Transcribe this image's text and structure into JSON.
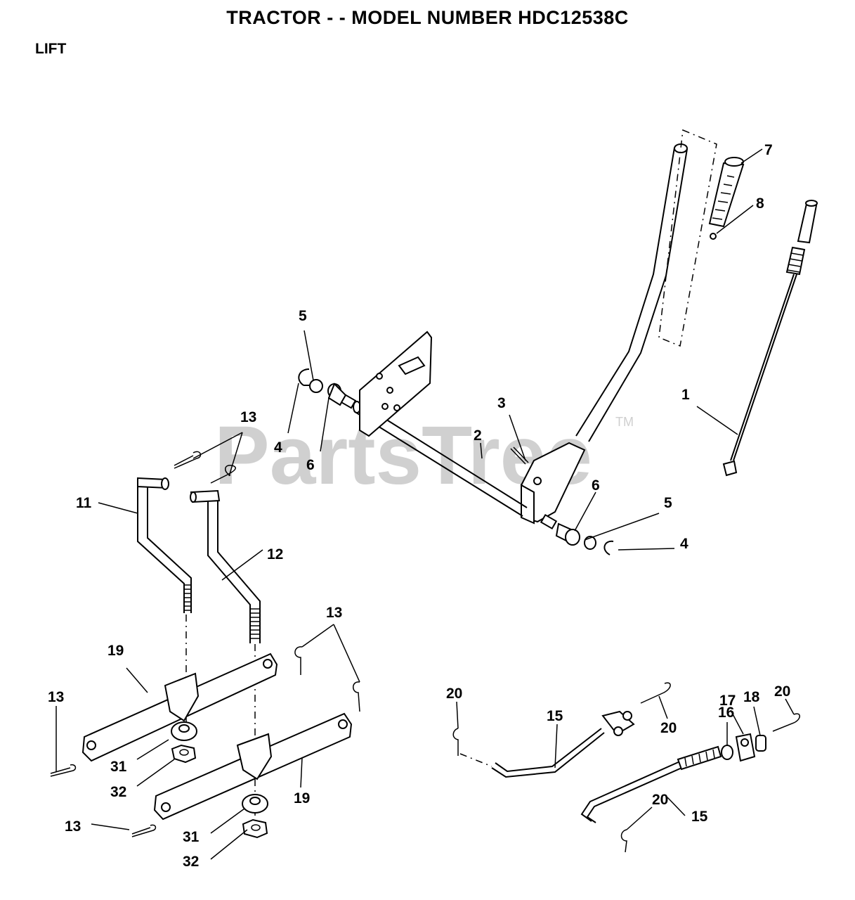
{
  "header": {
    "title": "TRACTOR - - MODEL NUMBER HDC12538C",
    "section": "LIFT"
  },
  "watermark": {
    "text": "PartsTree",
    "trademark": "TM"
  },
  "callouts": [
    {
      "id": "c1",
      "text": "1"
    },
    {
      "id": "c2",
      "text": "2"
    },
    {
      "id": "c3",
      "text": "3"
    },
    {
      "id": "c4a",
      "text": "4"
    },
    {
      "id": "c4b",
      "text": "4"
    },
    {
      "id": "c5a",
      "text": "5"
    },
    {
      "id": "c5b",
      "text": "5"
    },
    {
      "id": "c6a",
      "text": "6"
    },
    {
      "id": "c6b",
      "text": "6"
    },
    {
      "id": "c7",
      "text": "7"
    },
    {
      "id": "c8",
      "text": "8"
    },
    {
      "id": "c11",
      "text": "11"
    },
    {
      "id": "c12",
      "text": "12"
    },
    {
      "id": "c13a",
      "text": "13"
    },
    {
      "id": "c13b",
      "text": "13"
    },
    {
      "id": "c13c",
      "text": "13"
    },
    {
      "id": "c13d",
      "text": "13"
    },
    {
      "id": "c15a",
      "text": "15"
    },
    {
      "id": "c15b",
      "text": "15"
    },
    {
      "id": "c16",
      "text": "16"
    },
    {
      "id": "c17",
      "text": "17"
    },
    {
      "id": "c18",
      "text": "18"
    },
    {
      "id": "c19a",
      "text": "19"
    },
    {
      "id": "c19b",
      "text": "19"
    },
    {
      "id": "c20a",
      "text": "20"
    },
    {
      "id": "c20b",
      "text": "20"
    },
    {
      "id": "c20c",
      "text": "20"
    },
    {
      "id": "c20d",
      "text": "20"
    },
    {
      "id": "c31a",
      "text": "31"
    },
    {
      "id": "c31b",
      "text": "31"
    },
    {
      "id": "c32a",
      "text": "32"
    },
    {
      "id": "c32b",
      "text": "32"
    }
  ]
}
